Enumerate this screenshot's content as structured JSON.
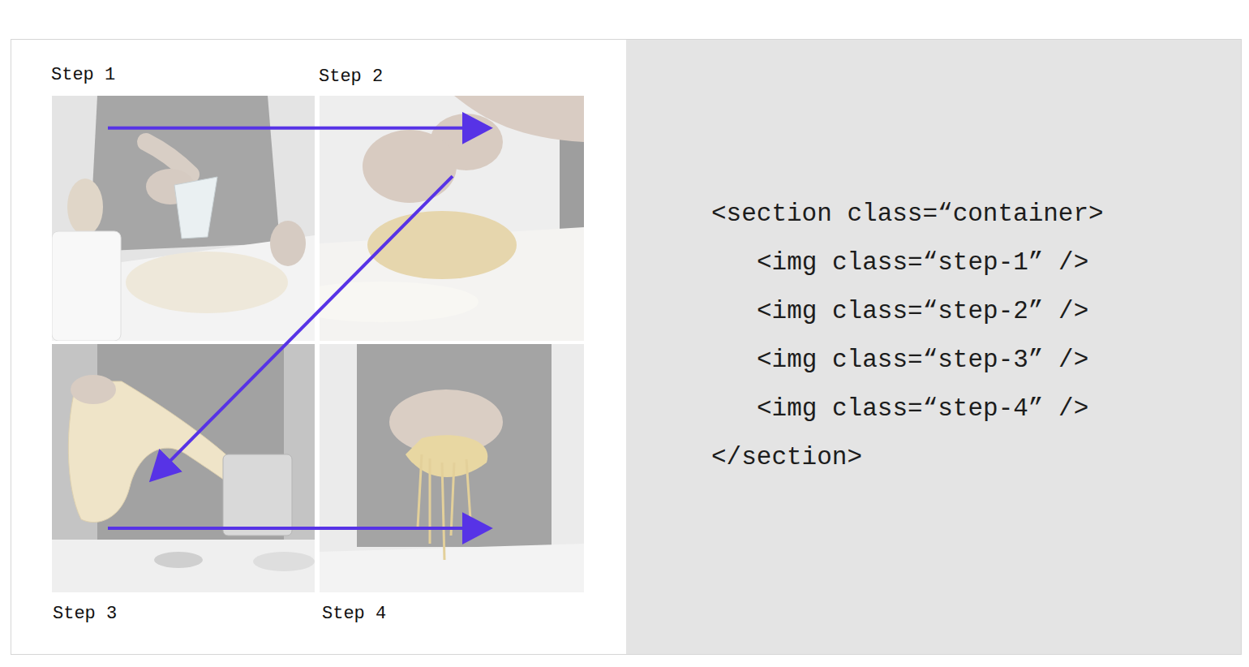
{
  "diagram": {
    "nodes": [
      {
        "text": [
          "Step 1"
        ]
      },
      {
        "text": [
          "Step 2"
        ]
      },
      {
        "text": [
          "Step 3"
        ]
      },
      {
        "text": [
          "Step 4"
        ]
      },
      {
        "text": [
          "<section class=“container>",
          "<img class=“step-1” />",
          "<img class=“step-2” />",
          "<img class=“step-3” />",
          "<img class=“step-4” />",
          "</section>"
        ]
      }
    ],
    "edges": [
      {
        "from": 0,
        "to": 1,
        "arrow": "to"
      },
      {
        "from": 1,
        "to": 2,
        "arrow": "to"
      },
      {
        "from": 2,
        "to": 3,
        "arrow": "to"
      }
    ]
  }
}
